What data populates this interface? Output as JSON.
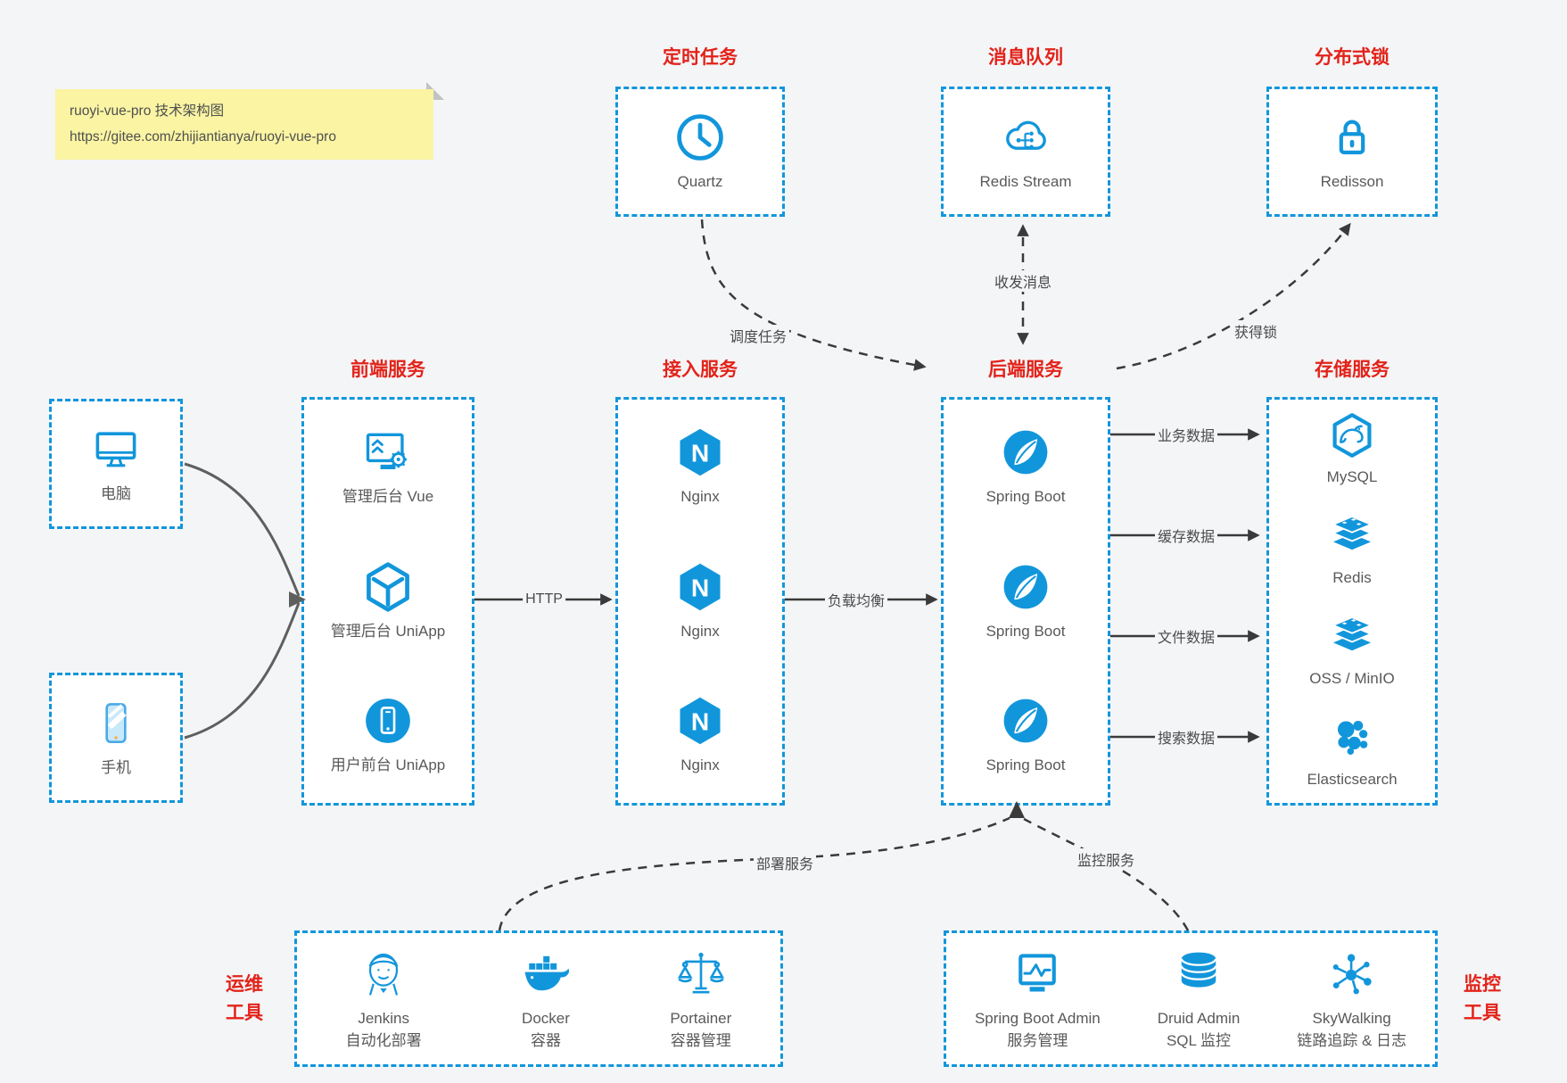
{
  "note": {
    "line1": "ruoyi-vue-pro 技术架构图",
    "line2": "https://gitee.com/zhijiantianya/ruoyi-vue-pro"
  },
  "palette": {
    "accent_blue": "#1296db",
    "title_red": "#e2231a",
    "connector_dark": "#3a3a3a",
    "connector_gray": "#5f5f5f",
    "label_gray": "#595959",
    "note_bg": "#faf4a3",
    "background": "#f4f5f7"
  },
  "top_groups": [
    {
      "title": "定时任务",
      "item": {
        "icon": "clock-icon",
        "label": "Quartz"
      }
    },
    {
      "title": "消息队列",
      "item": {
        "icon": "cloud-stream-icon",
        "label": "Redis Stream"
      }
    },
    {
      "title": "分布式锁",
      "item": {
        "icon": "lock-icon",
        "label": "Redisson"
      }
    }
  ],
  "clients": [
    {
      "icon": "desktop-icon",
      "label": "电脑"
    },
    {
      "icon": "smartphone-icon",
      "label": "手机"
    }
  ],
  "service_columns": [
    {
      "title": "前端服务",
      "items": [
        {
          "icon": "admin-vue-icon",
          "label": "管理后台 Vue"
        },
        {
          "icon": "uniapp-cube-icon",
          "label": "管理后台 UniApp"
        },
        {
          "icon": "user-app-icon",
          "label": "用户前台 UniApp"
        }
      ]
    },
    {
      "title": "接入服务",
      "items": [
        {
          "icon": "nginx-icon",
          "label": "Nginx"
        },
        {
          "icon": "nginx-icon",
          "label": "Nginx"
        },
        {
          "icon": "nginx-icon",
          "label": "Nginx"
        }
      ]
    },
    {
      "title": "后端服务",
      "items": [
        {
          "icon": "spring-boot-icon",
          "label": "Spring Boot"
        },
        {
          "icon": "spring-boot-icon",
          "label": "Spring Boot"
        },
        {
          "icon": "spring-boot-icon",
          "label": "Spring Boot"
        }
      ]
    },
    {
      "title": "存储服务",
      "items": [
        {
          "icon": "mysql-icon",
          "label": "MySQL"
        },
        {
          "icon": "redis-icon",
          "label": "Redis"
        },
        {
          "icon": "redis-icon",
          "label": "OSS / MinIO"
        },
        {
          "icon": "elasticsearch-icon",
          "label": "Elasticsearch"
        }
      ]
    }
  ],
  "bottom_groups": [
    {
      "side_title": [
        "运维",
        "工具"
      ],
      "items": [
        {
          "icon": "jenkins-icon",
          "label": "Jenkins",
          "sublabel": "自动化部署"
        },
        {
          "icon": "docker-icon",
          "label": "Docker",
          "sublabel": "容器"
        },
        {
          "icon": "portainer-icon",
          "label": "Portainer",
          "sublabel": "容器管理"
        }
      ]
    },
    {
      "side_title": [
        "监控",
        "工具"
      ],
      "items": [
        {
          "icon": "spring-boot-admin-icon",
          "label": "Spring Boot Admin",
          "sublabel": "服务管理"
        },
        {
          "icon": "druid-icon",
          "label": "Druid Admin",
          "sublabel": "SQL 监控"
        },
        {
          "icon": "skywalking-icon",
          "label": "SkyWalking",
          "sublabel": "链路追踪 & 日志"
        }
      ]
    }
  ],
  "connector_labels": {
    "http": "HTTP",
    "load_balance": "负载均衡",
    "business_data": "业务数据",
    "cache_data": "缓存数据",
    "file_data": "文件数据",
    "search_data": "搜索数据",
    "schedule_task": "调度任务",
    "send_receive_message": "收发消息",
    "acquire_lock": "获得锁",
    "deploy_service": "部署服务",
    "monitor_service": "监控服务"
  }
}
